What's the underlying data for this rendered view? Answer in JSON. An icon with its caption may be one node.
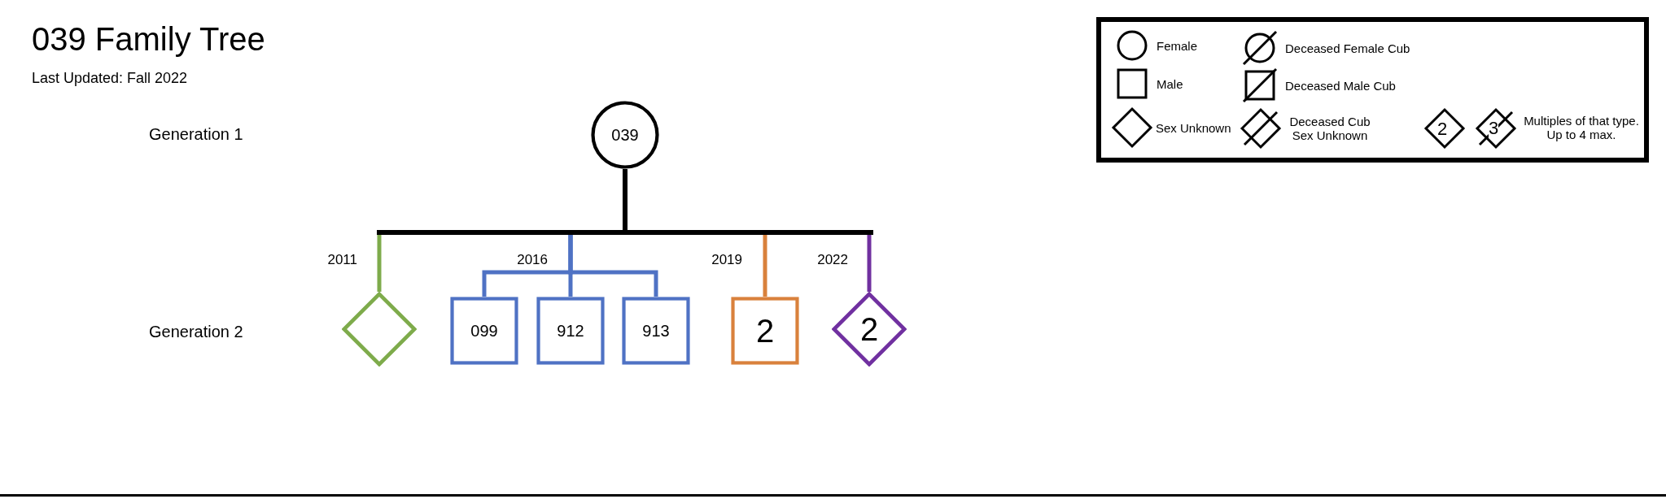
{
  "diagram": {
    "title": "039 Family Tree",
    "nodes": [
      {
        "text": [
          "039"
        ]
      },
      {
        "text": [],
        "shape": "diamond"
      },
      {
        "text": [
          "099"
        ]
      },
      {
        "text": [
          "912"
        ]
      },
      {
        "text": [
          "913"
        ]
      },
      {
        "text": [
          "2"
        ]
      },
      {
        "text": [
          "2"
        ]
      }
    ],
    "edges": [
      {
        "from": 0,
        "to": 1,
        "arrow": "none",
        "label": "2011",
        "color": "#7eab4b"
      },
      {
        "from": 0,
        "to": 2,
        "arrow": "none"
      },
      {
        "from": 0,
        "to": 3,
        "arrow": "none",
        "label": "2016"
      },
      {
        "from": 0,
        "to": 4,
        "arrow": "none"
      },
      {
        "from": 0,
        "to": 5,
        "arrow": "none",
        "label": "2019",
        "color": "#d9813c"
      },
      {
        "from": 0,
        "to": 6,
        "arrow": "none",
        "label": "2022",
        "color": "#7030a0"
      }
    ],
    "labels": [
      "Last Updated: Fall 2022",
      "Generation 1",
      "Generation 2",
      "2",
      "3"
    ],
    "legend": [
      {
        "text": "Female"
      },
      {
        "text": "Deceased Female Cub"
      },
      {
        "text": "Male"
      },
      {
        "text": "Deceased Male Cub"
      },
      {
        "text": "Sex Unknown"
      },
      {
        "text": "Deceased Cub Sex Unknown"
      },
      {
        "text": "Multiples of that type. Up to 4 max."
      }
    ]
  }
}
